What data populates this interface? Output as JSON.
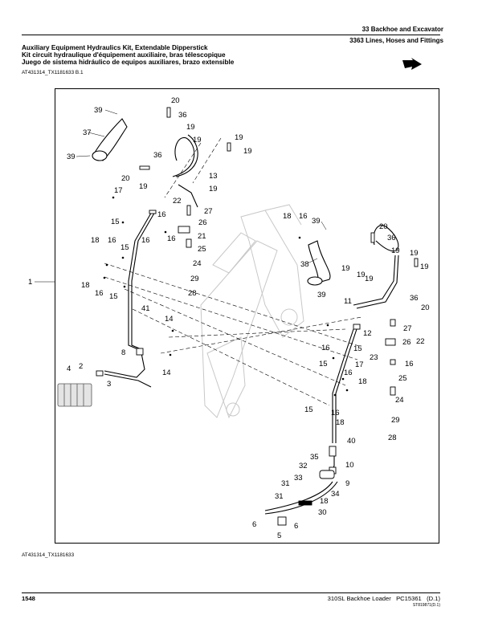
{
  "header": {
    "section": "33 Backhoe and Excavator",
    "subsection": "3363 Lines, Hoses and Fittings"
  },
  "title": {
    "en": "Auxiliary Equipment Hydraulics Kit, Extendable Dipperstick",
    "fr": "Kit circuit hydraulique d'équipement auxiliaire, bras télescopique",
    "es": "Juego de sistema hidráulico de equipos auxiliares, brazo extensible"
  },
  "illustration_ref_top": "AT431314_TX1181633 B.1",
  "illustration_ref_bottom": "AT431314_TX1181633",
  "icons": {
    "direction_arrow": "front-direction-arrow-icon"
  },
  "callouts": [
    {
      "id": "c39a",
      "label": "39"
    },
    {
      "id": "c37",
      "label": "37"
    },
    {
      "id": "c39b",
      "label": "39"
    },
    {
      "id": "c20a",
      "label": "20"
    },
    {
      "id": "c36a",
      "label": "36"
    },
    {
      "id": "c19a",
      "label": "19"
    },
    {
      "id": "c19b",
      "label": "19"
    },
    {
      "id": "c19c",
      "label": "19"
    },
    {
      "id": "c19d",
      "label": "19"
    },
    {
      "id": "c36b",
      "label": "36"
    },
    {
      "id": "c13",
      "label": "13"
    },
    {
      "id": "c20b",
      "label": "20"
    },
    {
      "id": "c19e",
      "label": "19"
    },
    {
      "id": "c17a",
      "label": "17"
    },
    {
      "id": "c19f",
      "label": "19"
    },
    {
      "id": "c22a",
      "label": "22"
    },
    {
      "id": "c27a",
      "label": "27"
    },
    {
      "id": "c15a",
      "label": "15"
    },
    {
      "id": "c16a",
      "label": "16"
    },
    {
      "id": "c26a",
      "label": "26"
    },
    {
      "id": "c16b",
      "label": "16"
    },
    {
      "id": "c21",
      "label": "21"
    },
    {
      "id": "c18a",
      "label": "18"
    },
    {
      "id": "c16c",
      "label": "16"
    },
    {
      "id": "c15b",
      "label": "15"
    },
    {
      "id": "c16d",
      "label": "16"
    },
    {
      "id": "c25a",
      "label": "25"
    },
    {
      "id": "c24a",
      "label": "24"
    },
    {
      "id": "c29a",
      "label": "29"
    },
    {
      "id": "c28a",
      "label": "28"
    },
    {
      "id": "c1",
      "label": "1"
    },
    {
      "id": "c18b",
      "label": "18"
    },
    {
      "id": "c16e",
      "label": "16"
    },
    {
      "id": "c15c",
      "label": "15"
    },
    {
      "id": "c41",
      "label": "41"
    },
    {
      "id": "c18c",
      "label": "18"
    },
    {
      "id": "c16f",
      "label": "16"
    },
    {
      "id": "c39c",
      "label": "39"
    },
    {
      "id": "c38",
      "label": "38"
    },
    {
      "id": "c39d",
      "label": "39"
    },
    {
      "id": "c20c",
      "label": "20"
    },
    {
      "id": "c36c",
      "label": "36"
    },
    {
      "id": "c19g",
      "label": "19"
    },
    {
      "id": "c19h",
      "label": "19"
    },
    {
      "id": "c19i",
      "label": "19"
    },
    {
      "id": "c19j",
      "label": "19"
    },
    {
      "id": "c19k",
      "label": "19"
    },
    {
      "id": "c19l",
      "label": "19"
    },
    {
      "id": "c11",
      "label": "11"
    },
    {
      "id": "c36d",
      "label": "36"
    },
    {
      "id": "c20d",
      "label": "20"
    },
    {
      "id": "c27b",
      "label": "27"
    },
    {
      "id": "c12",
      "label": "12"
    },
    {
      "id": "c26b",
      "label": "26"
    },
    {
      "id": "c22b",
      "label": "22"
    },
    {
      "id": "c14a",
      "label": "14"
    },
    {
      "id": "c16g",
      "label": "16"
    },
    {
      "id": "c15d",
      "label": "15"
    },
    {
      "id": "c17b",
      "label": "17"
    },
    {
      "id": "c23",
      "label": "23"
    },
    {
      "id": "c16h",
      "label": "16"
    },
    {
      "id": "c8",
      "label": "8"
    },
    {
      "id": "c14b",
      "label": "14"
    },
    {
      "id": "c15e",
      "label": "15"
    },
    {
      "id": "c16i",
      "label": "16"
    },
    {
      "id": "c18d",
      "label": "18"
    },
    {
      "id": "c25b",
      "label": "25"
    },
    {
      "id": "c2",
      "label": "2"
    },
    {
      "id": "c4",
      "label": "4"
    },
    {
      "id": "c3",
      "label": "3"
    },
    {
      "id": "c24b",
      "label": "24"
    },
    {
      "id": "c15f",
      "label": "15"
    },
    {
      "id": "c16j",
      "label": "16"
    },
    {
      "id": "c18e",
      "label": "18"
    },
    {
      "id": "c29b",
      "label": "29"
    },
    {
      "id": "c40",
      "label": "40"
    },
    {
      "id": "c28b",
      "label": "28"
    },
    {
      "id": "c35",
      "label": "35"
    },
    {
      "id": "c10",
      "label": "10"
    },
    {
      "id": "c32",
      "label": "32"
    },
    {
      "id": "c33",
      "label": "33"
    },
    {
      "id": "c9",
      "label": "9"
    },
    {
      "id": "c34",
      "label": "34"
    },
    {
      "id": "c31a",
      "label": "31"
    },
    {
      "id": "c18f",
      "label": "18"
    },
    {
      "id": "c31b",
      "label": "31"
    },
    {
      "id": "c30",
      "label": "30"
    },
    {
      "id": "c6a",
      "label": "6"
    },
    {
      "id": "c5",
      "label": "5"
    },
    {
      "id": "c6b",
      "label": "6"
    }
  ],
  "footer": {
    "page_number": "1548",
    "product": "310SL Backhoe Loader",
    "catalog": "PC15361",
    "revision": "(D.1)",
    "code": "ST819871(D.1)"
  }
}
